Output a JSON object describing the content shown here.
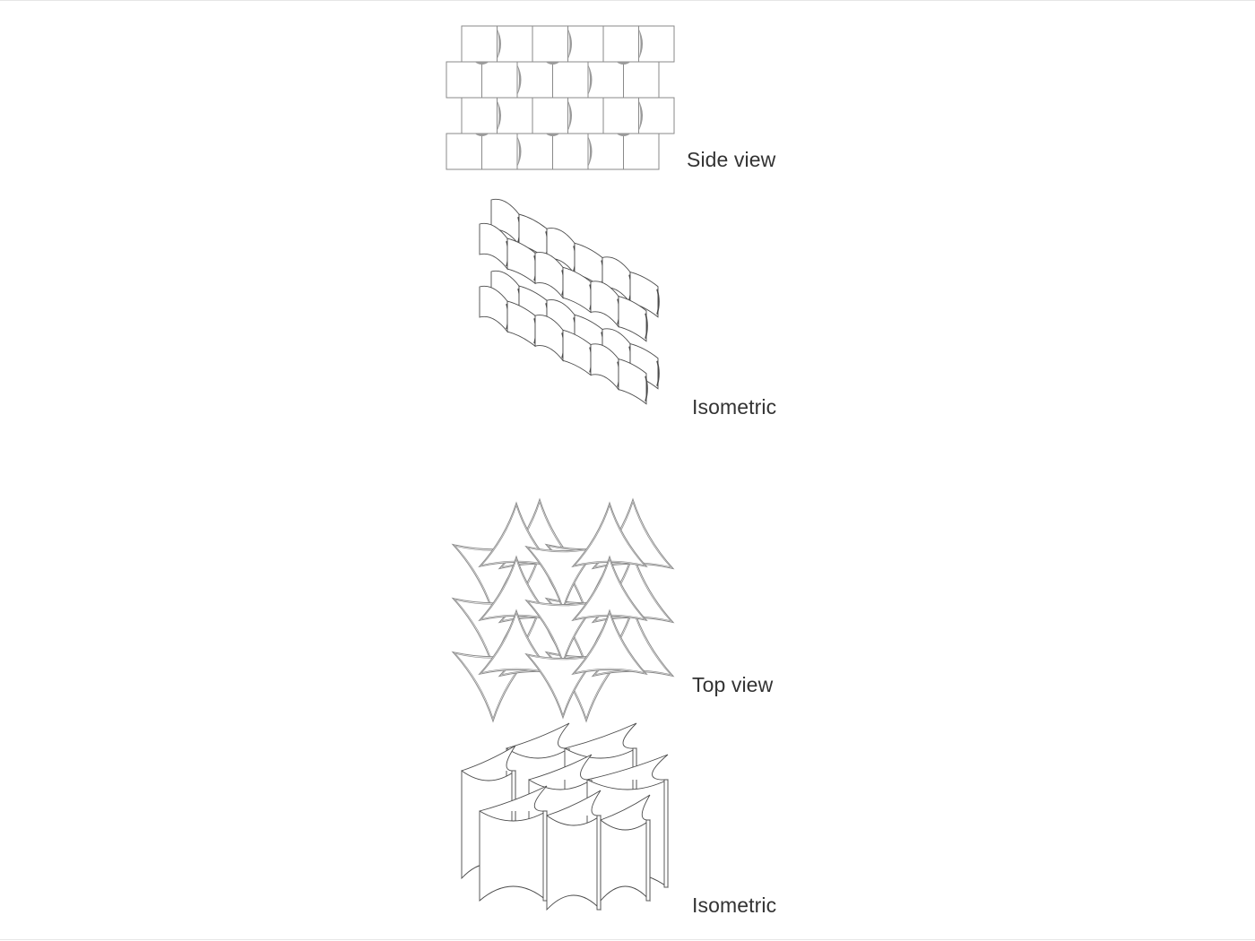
{
  "labels": {
    "side_view": "Side view",
    "isometric_1": "Isometric",
    "top_view": "Top view",
    "isometric_2": "Isometric"
  },
  "colors": {
    "stroke": "#8a8a8a",
    "dark_stroke": "#4a4a4a",
    "shade": "#9a9a9a",
    "text": "#333333"
  }
}
